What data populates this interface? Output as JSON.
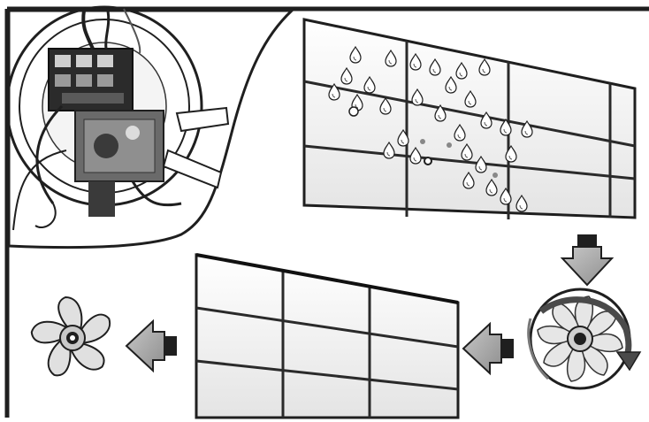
{
  "diagram": {
    "panels": [
      {
        "id": "motor-housing-closeup",
        "icon": "motor-wiring-closeup"
      },
      {
        "id": "icy-evaporator",
        "icon": "frosted-evaporator-coil"
      },
      {
        "id": "clean-evaporator",
        "icon": "defrosted-evaporator-coil"
      },
      {
        "id": "fan-spinning",
        "icon": "fan-blade-with-rotation-arrow"
      },
      {
        "id": "fan-stopped",
        "icon": "fan-blade"
      }
    ],
    "steps": [
      "icy-evaporator",
      "fan-spinning",
      "clean-evaporator",
      "fan-stopped"
    ],
    "arrows": [
      {
        "direction": "down",
        "icon": "arrow-down-icon"
      },
      {
        "direction": "left",
        "icon": "arrow-left-icon"
      },
      {
        "direction": "left",
        "icon": "arrow-left-icon"
      }
    ],
    "colors": {
      "line": "#1f1f1f",
      "panel_fill": "#f2f2f2",
      "arrow_fill": "#a9a9a9",
      "frost": "#8a8a8a"
    }
  }
}
